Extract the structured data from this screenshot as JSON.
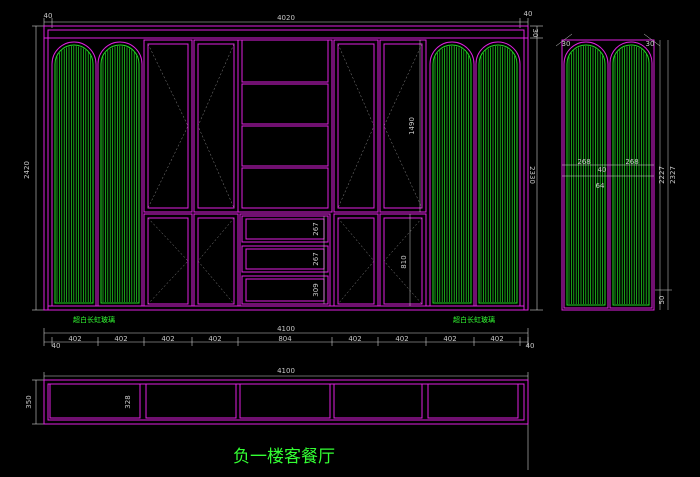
{
  "drawing_title": "负一楼客餐厅",
  "glass_label_left": "超白长虹玻璃",
  "glass_label_right": "超白长虹玻璃",
  "elevation": {
    "top_total_width": "4020",
    "top_side_left": "40",
    "top_side_right": "40",
    "left_height": "2420",
    "right_height": "2330",
    "shelf_zone_height": "1490",
    "drawer_heights": [
      "267",
      "267",
      "309"
    ],
    "lower_cabinet_height": "810",
    "bottom_total_width": "4100",
    "bottom_segments": [
      "40",
      "402",
      "402",
      "402",
      "402",
      "804",
      "402",
      "402",
      "402",
      "402",
      "40"
    ]
  },
  "side_view": {
    "top_left_dim": "30",
    "top_right_dim": "30",
    "mid_dims": [
      "268",
      "40",
      "268",
      "64"
    ],
    "height_a": "2227",
    "height_b": "2327",
    "bottom_dim": "50"
  },
  "plan": {
    "total_width": "4100",
    "depth_outer": "350",
    "depth_inner": "328"
  },
  "colors": {
    "frame": "#e020e0",
    "glass": "#22dd22",
    "dimension": "#c8c8c8",
    "dim_line": "#d0d0d0",
    "background": "#000000"
  }
}
